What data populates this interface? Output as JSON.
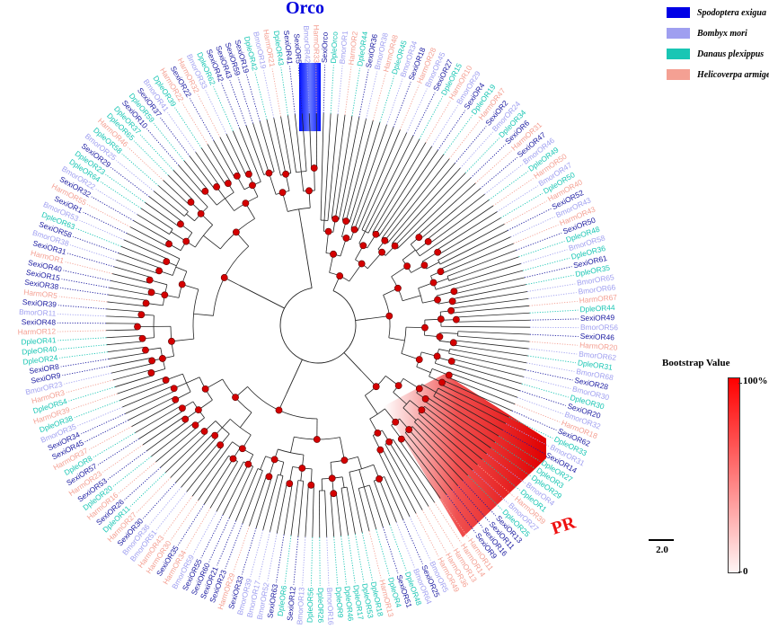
{
  "legend": {
    "items": [
      {
        "label": "Spodoptera exigua",
        "color": "#0000e6"
      },
      {
        "label": "Bombyx mori",
        "color": "#9f9ff0"
      },
      {
        "label": "Danaus plexippus",
        "color": "#19c6b4"
      },
      {
        "label": "Helicoverpa armigera",
        "color": "#f4a093"
      }
    ]
  },
  "clades": {
    "orco": {
      "label": "Orco",
      "color": "#0000dd"
    },
    "pr": {
      "label": "PR",
      "color": "#ee1111"
    }
  },
  "bootstrap_legend": {
    "title": "Bootstrap Value",
    "max_label": "100%",
    "min_label": "0"
  },
  "scale_bar": {
    "label": "2.0"
  },
  "species_colors": {
    "Sexi": "#1a1aa0",
    "Bmor": "#9f9ff0",
    "Dple": "#19c6b4",
    "Harm": "#f4a093"
  },
  "tips": [
    "SexiOrco",
    "DpleOrco",
    "BmorOR1",
    "HarmOR2",
    "DpleOR44",
    "SexiOR36",
    "BmorOR38",
    "HarmOR48",
    "DpleOR45",
    "BmorOR34",
    "SexiOR18",
    "HarmOR28",
    "BmorOR45",
    "SexiOR27",
    "DpleOR15",
    "HarmOR10",
    "BmorOR29",
    "SexiOR4",
    "DpleOR19",
    "HarmOR47",
    "SexiOR2",
    "BmorOR24",
    "DpleOR34",
    "SexiOR6",
    "HarmOR31",
    "SexiOR47",
    "BmorOR46",
    "DpleOR49",
    "HarmOR50",
    "BmorOR47",
    "DpleOR50",
    "HarmOR40",
    "SexiOR52",
    "BmorOR43",
    "HarmOR43",
    "SexiOR50",
    "DpleOR48",
    "BmorOR58",
    "DpleOR36",
    "SexiOR61",
    "DpleOR35",
    "BmorOR65",
    "BmorOR66",
    "HarmOR67",
    "DpleOR44",
    "SexiOR49",
    "BmorOR56",
    "SexiOR46",
    "HarmOR20",
    "BmorOR62",
    "DpleOR31",
    "BmorOR68",
    "SexiOR28",
    "BmorOR30",
    "DpleOR30",
    "SexiOR20",
    "BmorOR32",
    "HarmOR18",
    "SexiOR62",
    "DpleOR33",
    "BmorOR31",
    "SexiOR14",
    "DpleOR27",
    "DpleOR3",
    "DpleOR29",
    "BmorOR4",
    "DpleOR1",
    "HarmOR39",
    "BmorOR27",
    "DpleOR25",
    "SexiOR13",
    "SexiOR11",
    "SexiOR16",
    "SexiOR9",
    "HarmOR11",
    "HarmOR14",
    "HarmOR13",
    "HarmOR36",
    "HarmOR49",
    "BmorOR5",
    "SexiOR25",
    "BmorOR64",
    "DpleOR48",
    "SexiOR51",
    "DpleOR4",
    "HarmOR13",
    "DpleOR18",
    "DpleOR53",
    "DpleOR17",
    "DpleOR46",
    "DpleOR9",
    "BmorOR16",
    "DpleOR26",
    "DpleOR56",
    "BmorOR13",
    "SexiOR12",
    "DpleOR6",
    "SexiOR63",
    "BmorOR52",
    "BmorOR17",
    "BmorOR39",
    "SexiOR33",
    "HarmOR29",
    "SexiOR23",
    "SexiOR21",
    "SexiOR60",
    "SexiOR55",
    "BmorOR59",
    "HarmOR34",
    "SexiOR35",
    "HarmOR30",
    "HarmOR43",
    "BmorOR51",
    "BmorOR36",
    "SexiOR30",
    "HarmOR27",
    "DpleOR11",
    "SexiOR26",
    "HarmOR16",
    "DpleOR20",
    "SexiOR53",
    "HarmOR23",
    "SexiOR57",
    "DpleOR8",
    "HarmOR37",
    "SexiOR45",
    "SexiOR34",
    "BmorOR35",
    "DpleOR38",
    "HarmOR39",
    "DpleOR54",
    "HarmOR3",
    "BmorOR23",
    "SexiOR9",
    "SexiOR8",
    "DpleOR24",
    "DpleOR40",
    "DpleOR41",
    "HarmOR12",
    "SexiOR48",
    "BmorOR11",
    "SexiOR39",
    "HarmOR5",
    "SexiOR38",
    "SexiOR15",
    "SexiOR40",
    "HarmOR1",
    "SexiOR31",
    "BmorOR38",
    "SexiOR58",
    "DpleOR63",
    "BmorOR53",
    "SexiOR1",
    "HarmOR55",
    "SexiOR32",
    "BmorOR22",
    "DpleOR64",
    "DpleOR23",
    "SexiOR29",
    "BmorOR25",
    "DpleOR58",
    "HarmOR46",
    "DpleOR65",
    "DpleOR37",
    "SexiOR10",
    "DpleOR59",
    "SexiOR37",
    "BmorOR41",
    "DpleOR39",
    "HarmOR22",
    "SexiOR22",
    "HarmOR32",
    "BmorOR33",
    "DpleOR62",
    "SexiOR42",
    "SexiOR43",
    "SexiOR59",
    "SexiOR19",
    "DpleOR42",
    "BmorOR19",
    "HarmOR21",
    "DpleOR43",
    "SexiOR41",
    "SexiOR5",
    "BmorOR42",
    "HarmOR33"
  ]
}
